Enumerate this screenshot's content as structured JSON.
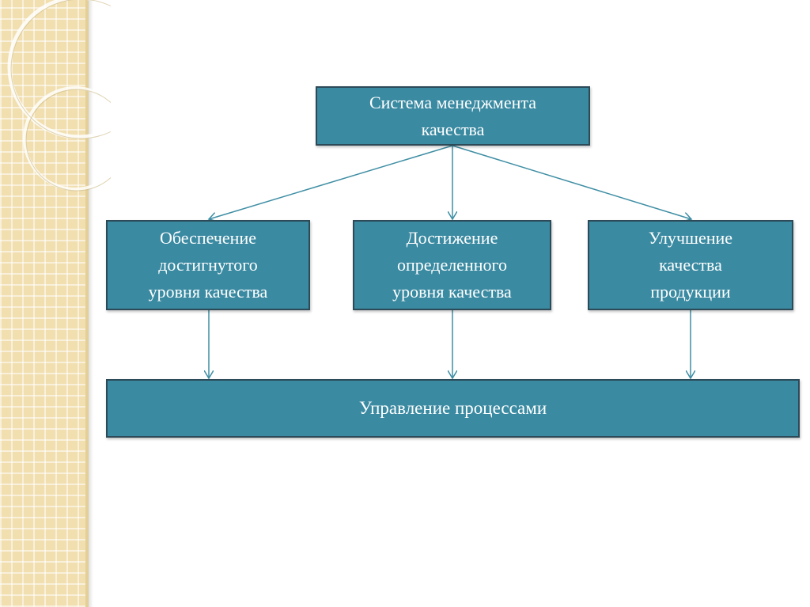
{
  "colors": {
    "box_fill": "#3a8aa2",
    "box_border": "#2c4a57",
    "connector": "#3f8ea4",
    "text": "#ffffff",
    "strip_background": "#f1dfb0"
  },
  "diagram": {
    "top": {
      "label": "Система менеджмента\nкачества"
    },
    "middle": [
      {
        "label": "Обеспечение\nдостигнутого\nуровня качества"
      },
      {
        "label": "Достижение\nопределенного\nуровня качества"
      },
      {
        "label": "Улучшение\nкачества\nпродукции"
      }
    ],
    "bottom": {
      "label": "Управление процессами"
    }
  }
}
